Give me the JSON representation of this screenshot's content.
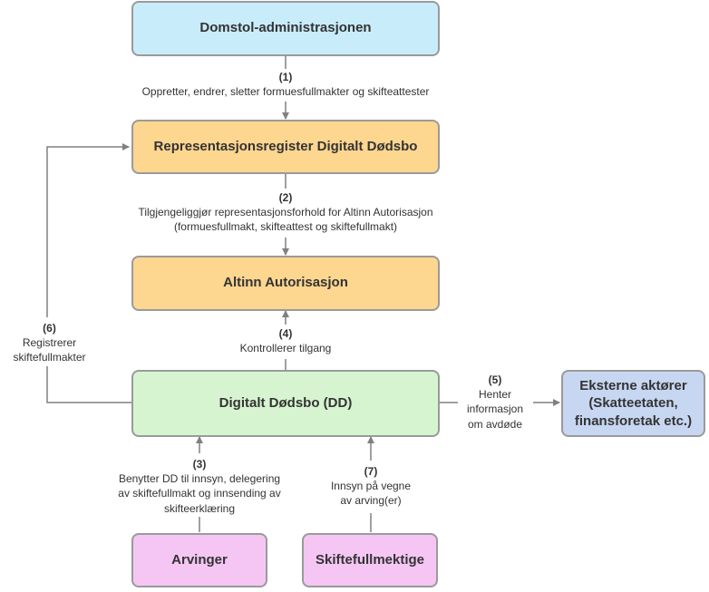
{
  "boxes": {
    "domstol": {
      "label": "Domstol-administrasjonen",
      "color": "#c9ecfb"
    },
    "register": {
      "label": "Representasjonsregister Digitalt Dødsbo",
      "color": "#fdd690"
    },
    "altinn": {
      "label": "Altinn Autorisasjon",
      "color": "#fdd690"
    },
    "dd": {
      "label": "Digitalt Dødsbo (DD)",
      "color": "#d7f4d1"
    },
    "eksterne": {
      "line1": "Eksterne aktører",
      "line2": "(Skatteetaten,",
      "line3": "finansforetak etc.)",
      "color": "#c7d6f1"
    },
    "arvinger": {
      "label": "Arvinger",
      "color": "#f5c6f3"
    },
    "skiftefullmektige": {
      "label": "Skiftefullmektige",
      "color": "#f5c6f3"
    }
  },
  "edges": {
    "e1": {
      "num": "(1)",
      "line1": "Oppretter, endrer, sletter formuesfullmakter og skifteattester"
    },
    "e2": {
      "num": "(2)",
      "line1": "Tilgjengeliggjør representasjonsforhold for Altinn Autorisasjon",
      "line2": "(formuesfullmakt, skifteattest og skiftefullmakt)"
    },
    "e3": {
      "num": "(3)",
      "line1": "Benytter DD til innsyn, delegering",
      "line2": "av skiftefullmakt og innsending av",
      "line3": "skifteerklæring"
    },
    "e4": {
      "num": "(4)",
      "line1": "Kontrollerer tilgang"
    },
    "e5": {
      "num": "(5)",
      "line1": "Henter",
      "line2": "informasjon",
      "line3": "om avdøde"
    },
    "e6": {
      "num": "(6)",
      "line1": "Registrerer",
      "line2": "skiftefullmakter"
    },
    "e7": {
      "num": "(7)",
      "line1": "Innsyn på vegne",
      "line2": "av arving(er)"
    }
  }
}
